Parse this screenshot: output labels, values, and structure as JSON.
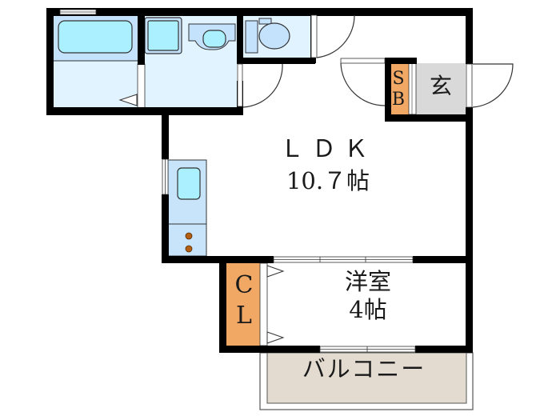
{
  "plan": {
    "type": "apartment-floor-plan",
    "layout": "1LDK"
  },
  "rooms": {
    "ldk": {
      "name": "ＬＤＫ",
      "size": "10.７帖",
      "fill": "#ffffff"
    },
    "western_room": {
      "name": "洋室",
      "size": "4帖",
      "fill": "#ffffff"
    },
    "balcony": {
      "name": "バルコニー",
      "fill": "#e3dad0"
    },
    "entrance": {
      "name": "玄",
      "fill": "#d9d9d9"
    },
    "shoe_box": {
      "line1": "S",
      "line2": "B",
      "fill": "#f0a864"
    },
    "closet": {
      "line1": "C",
      "line2": "L",
      "fill": "#f0a864"
    },
    "bathroom": {
      "name": "bath",
      "fill": "#e0f3ff"
    },
    "washroom": {
      "name": "washroom",
      "fill": "#e0f3ff"
    },
    "toilet": {
      "name": "toilet",
      "fill": "#e0f3ff"
    },
    "kitchen": {
      "name": "kitchen",
      "fill": "#c8e4fb"
    }
  },
  "colors": {
    "wall": "#000000",
    "wet_area": "#e0f3ff",
    "fixture": "#b4dcf9",
    "fixture_inner": "#aaf0ff",
    "storage": "#f0a864",
    "entrance": "#d9d9d9",
    "balcony": "#e3dad0",
    "burner": "#b35e12"
  }
}
